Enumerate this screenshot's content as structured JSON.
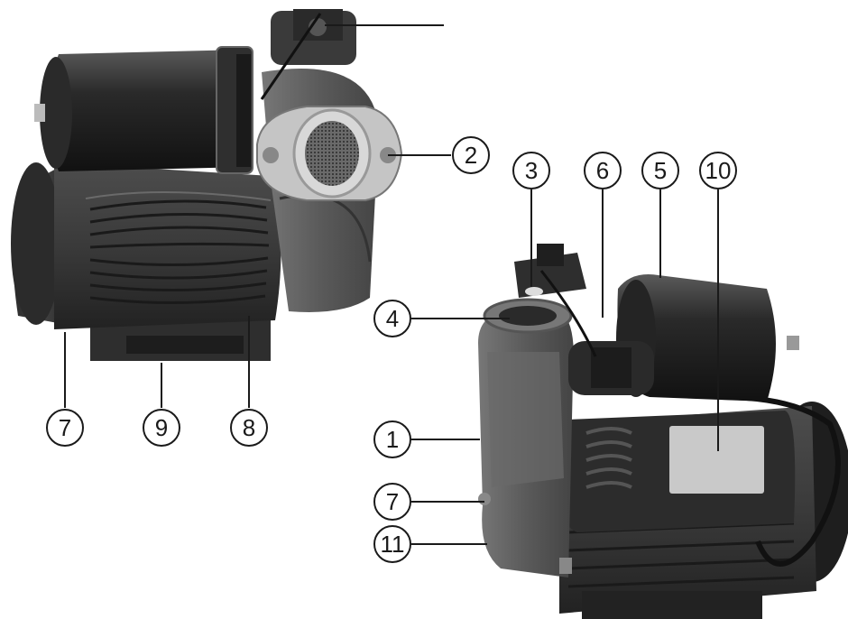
{
  "callouts": {
    "c2": "2",
    "c3": "3",
    "c6": "6",
    "c5": "5",
    "c10": "10",
    "c4": "4",
    "c1": "1",
    "c7_left": "7",
    "c9": "9",
    "c8": "8",
    "c7_right": "7",
    "c11": "11"
  },
  "colors": {
    "motor_body": "#3a3a3a",
    "pump_housing": "#5a5a5a",
    "tank": "#1e1e1e",
    "metal": "#b8b8b8",
    "label_plate": "#c9c9c9",
    "line": "#1a1a1a"
  }
}
